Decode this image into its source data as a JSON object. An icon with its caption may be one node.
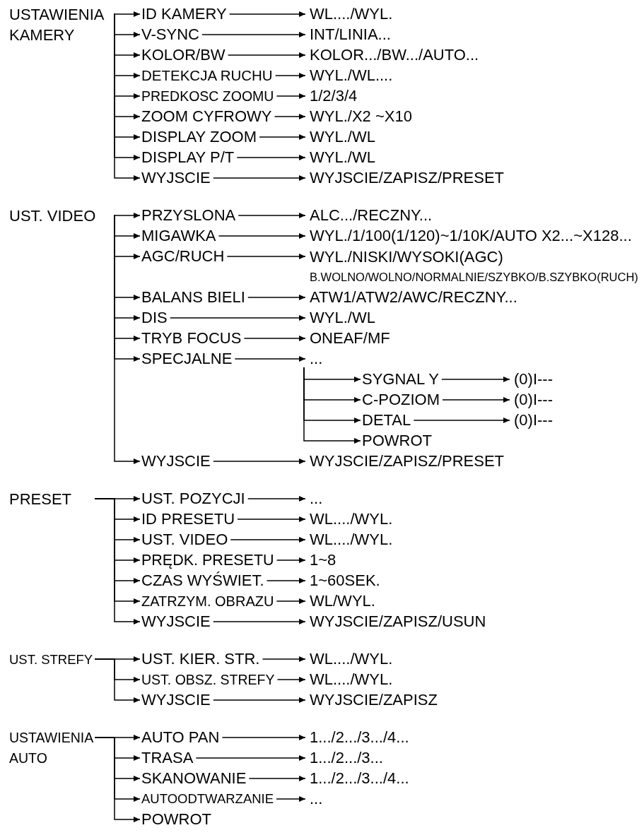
{
  "diagram": {
    "nodes": [
      {
        "text": [
          "USTAWIENIA KAMERY"
        ]
      },
      {
        "text": [
          "ID KAMERY"
        ]
      },
      {
        "text": [
          "WL..../WYL."
        ]
      },
      {
        "text": [
          "V-SYNC"
        ]
      },
      {
        "text": [
          "INT/LINIA..."
        ]
      },
      {
        "text": [
          "KOLOR/BW"
        ]
      },
      {
        "text": [
          "KOLOR.../BW.../AUTO..."
        ]
      },
      {
        "text": [
          "DETEKCJA RUCHU"
        ]
      },
      {
        "text": [
          "WYL./WL...."
        ]
      },
      {
        "text": [
          "PREDKOSC ZOOMU"
        ]
      },
      {
        "text": [
          "1/2/3/4"
        ]
      },
      {
        "text": [
          "ZOOM CYFROWY"
        ]
      },
      {
        "text": [
          "WYL./X2 ~X10"
        ]
      },
      {
        "text": [
          "DISPLAY ZOOM"
        ]
      },
      {
        "text": [
          "WYL./WL"
        ]
      },
      {
        "text": [
          "DISPLAY P/T"
        ]
      },
      {
        "text": [
          "WYL./WL"
        ]
      },
      {
        "text": [
          "WYJSCIE"
        ]
      },
      {
        "text": [
          "WYJSCIE/ZAPISZ/PRESET"
        ]
      },
      {
        "text": [
          "UST. VIDEO"
        ]
      },
      {
        "text": [
          "PRZYSLONA"
        ]
      },
      {
        "text": [
          "ALC.../RECZNY..."
        ]
      },
      {
        "text": [
          "MIGAWKA"
        ]
      },
      {
        "text": [
          "WYL./1/100(1/120)~1/10K/AUTO X2...~X128..."
        ]
      },
      {
        "text": [
          "AGC/RUCH"
        ]
      },
      {
        "text": [
          "WYL./NISKI/WYSOKI(AGC)",
          "B.WOLNO/WOLNO/NORMALNIE/SZYBKO/B.SZYBKO(RUCH)"
        ]
      },
      {
        "text": [
          "BALANS BIELI"
        ]
      },
      {
        "text": [
          "ATW1/ATW2/AWC/RECZNY..."
        ]
      },
      {
        "text": [
          "DIS"
        ]
      },
      {
        "text": [
          "WYL./WL"
        ]
      },
      {
        "text": [
          "TRYB FOCUS"
        ]
      },
      {
        "text": [
          "ONEAF/MF"
        ]
      },
      {
        "text": [
          "SPECJALNE"
        ]
      },
      {
        "text": [
          "..."
        ]
      },
      {
        "text": [
          "SYGNAL Y"
        ]
      },
      {
        "text": [
          "(0)I---"
        ]
      },
      {
        "text": [
          "C-POZIOM"
        ]
      },
      {
        "text": [
          "(0)I---"
        ]
      },
      {
        "text": [
          "DETAL"
        ]
      },
      {
        "text": [
          "(0)I---"
        ]
      },
      {
        "text": [
          "POWROT"
        ]
      },
      {
        "text": [
          "WYJSCIE"
        ]
      },
      {
        "text": [
          "WYJSCIE/ZAPISZ/PRESET"
        ]
      },
      {
        "text": [
          "PRESET"
        ]
      },
      {
        "text": [
          "UST. POZYCJI"
        ]
      },
      {
        "text": [
          "..."
        ]
      },
      {
        "text": [
          "ID PRESETU"
        ]
      },
      {
        "text": [
          "WL..../WYL."
        ]
      },
      {
        "text": [
          "UST. VIDEO"
        ]
      },
      {
        "text": [
          "WL..../WYL."
        ]
      },
      {
        "text": [
          "PRĘDK. PRESETU"
        ]
      },
      {
        "text": [
          "1~8"
        ]
      },
      {
        "text": [
          "CZAS WYŚWIET."
        ]
      },
      {
        "text": [
          "1~60SEK."
        ]
      },
      {
        "text": [
          "ZATRZYM. OBRAZU"
        ]
      },
      {
        "text": [
          "WL/WYL."
        ]
      },
      {
        "text": [
          "WYJSCIE"
        ]
      },
      {
        "text": [
          "WYJSCIE/ZAPISZ/USUN"
        ]
      },
      {
        "text": [
          "UST. STREFY"
        ]
      },
      {
        "text": [
          "UST. KIER. STR."
        ]
      },
      {
        "text": [
          "WL..../WYL."
        ]
      },
      {
        "text": [
          "UST. OBSZ. STREFY"
        ]
      },
      {
        "text": [
          "WL..../WYL."
        ]
      },
      {
        "text": [
          "WYJSCIE"
        ]
      },
      {
        "text": [
          "WYJSCIE/ZAPISZ"
        ]
      },
      {
        "text": [
          "USTAWIENIA AUTO"
        ]
      },
      {
        "text": [
          "AUTO PAN"
        ]
      },
      {
        "text": [
          "1.../2.../3.../4..."
        ]
      },
      {
        "text": [
          "TRASA"
        ]
      },
      {
        "text": [
          "1.../2.../3..."
        ]
      },
      {
        "text": [
          "SKANOWANIE"
        ]
      },
      {
        "text": [
          "1.../2.../3.../4..."
        ]
      },
      {
        "text": [
          "AUTOODTWARZANIE"
        ]
      },
      {
        "text": [
          "..."
        ]
      },
      {
        "text": [
          "POWROT"
        ]
      }
    ],
    "edges": [
      {
        "from": 0,
        "to": 1,
        "arrow": "to"
      },
      {
        "from": 1,
        "to": 2,
        "arrow": "to"
      },
      {
        "from": 0,
        "to": 3,
        "arrow": "to"
      },
      {
        "from": 3,
        "to": 4,
        "arrow": "to"
      },
      {
        "from": 0,
        "to": 5,
        "arrow": "to"
      },
      {
        "from": 5,
        "to": 6,
        "arrow": "to"
      },
      {
        "from": 0,
        "to": 7,
        "arrow": "to"
      },
      {
        "from": 7,
        "to": 8,
        "arrow": "to"
      },
      {
        "from": 0,
        "to": 9,
        "arrow": "to"
      },
      {
        "from": 9,
        "to": 10,
        "arrow": "to"
      },
      {
        "from": 0,
        "to": 11,
        "arrow": "to"
      },
      {
        "from": 11,
        "to": 12,
        "arrow": "to"
      },
      {
        "from": 0,
        "to": 13,
        "arrow": "to"
      },
      {
        "from": 13,
        "to": 14,
        "arrow": "to"
      },
      {
        "from": 0,
        "to": 15,
        "arrow": "to"
      },
      {
        "from": 15,
        "to": 16,
        "arrow": "to"
      },
      {
        "from": 0,
        "to": 17,
        "arrow": "to"
      },
      {
        "from": 17,
        "to": 18,
        "arrow": "to"
      },
      {
        "from": 19,
        "to": 20,
        "arrow": "to"
      },
      {
        "from": 20,
        "to": 21,
        "arrow": "to"
      },
      {
        "from": 19,
        "to": 22,
        "arrow": "to"
      },
      {
        "from": 22,
        "to": 23,
        "arrow": "to"
      },
      {
        "from": 19,
        "to": 24,
        "arrow": "to"
      },
      {
        "from": 24,
        "to": 25,
        "arrow": "to"
      },
      {
        "from": 19,
        "to": 26,
        "arrow": "to"
      },
      {
        "from": 26,
        "to": 27,
        "arrow": "to"
      },
      {
        "from": 19,
        "to": 28,
        "arrow": "to"
      },
      {
        "from": 28,
        "to": 29,
        "arrow": "to"
      },
      {
        "from": 19,
        "to": 30,
        "arrow": "to"
      },
      {
        "from": 30,
        "to": 31,
        "arrow": "to"
      },
      {
        "from": 19,
        "to": 32,
        "arrow": "to"
      },
      {
        "from": 32,
        "to": 33,
        "arrow": "to"
      },
      {
        "from": 33,
        "to": 34,
        "arrow": "to"
      },
      {
        "from": 34,
        "to": 35,
        "arrow": "to"
      },
      {
        "from": 33,
        "to": 36,
        "arrow": "to"
      },
      {
        "from": 36,
        "to": 37,
        "arrow": "to"
      },
      {
        "from": 33,
        "to": 38,
        "arrow": "to"
      },
      {
        "from": 38,
        "to": 39,
        "arrow": "to"
      },
      {
        "from": 33,
        "to": 40,
        "arrow": "to"
      },
      {
        "from": 19,
        "to": 41,
        "arrow": "to"
      },
      {
        "from": 41,
        "to": 42,
        "arrow": "to"
      },
      {
        "from": 43,
        "to": 44,
        "arrow": "to"
      },
      {
        "from": 44,
        "to": 45,
        "arrow": "to"
      },
      {
        "from": 43,
        "to": 46,
        "arrow": "to"
      },
      {
        "from": 46,
        "to": 47,
        "arrow": "to"
      },
      {
        "from": 43,
        "to": 48,
        "arrow": "to"
      },
      {
        "from": 48,
        "to": 49,
        "arrow": "to"
      },
      {
        "from": 43,
        "to": 50,
        "arrow": "to"
      },
      {
        "from": 50,
        "to": 51,
        "arrow": "to"
      },
      {
        "from": 43,
        "to": 52,
        "arrow": "to"
      },
      {
        "from": 52,
        "to": 53,
        "arrow": "to"
      },
      {
        "from": 43,
        "to": 54,
        "arrow": "to"
      },
      {
        "from": 54,
        "to": 55,
        "arrow": "to"
      },
      {
        "from": 43,
        "to": 56,
        "arrow": "to"
      },
      {
        "from": 56,
        "to": 57,
        "arrow": "to"
      },
      {
        "from": 58,
        "to": 59,
        "arrow": "to"
      },
      {
        "from": 59,
        "to": 60,
        "arrow": "to"
      },
      {
        "from": 58,
        "to": 61,
        "arrow": "to"
      },
      {
        "from": 61,
        "to": 62,
        "arrow": "to"
      },
      {
        "from": 58,
        "to": 63,
        "arrow": "to"
      },
      {
        "from": 63,
        "to": 64,
        "arrow": "to"
      },
      {
        "from": 65,
        "to": 66,
        "arrow": "to"
      },
      {
        "from": 66,
        "to": 67,
        "arrow": "to"
      },
      {
        "from": 65,
        "to": 68,
        "arrow": "to"
      },
      {
        "from": 68,
        "to": 69,
        "arrow": "to"
      },
      {
        "from": 65,
        "to": 70,
        "arrow": "to"
      },
      {
        "from": 70,
        "to": 71,
        "arrow": "to"
      },
      {
        "from": 65,
        "to": 72,
        "arrow": "to"
      },
      {
        "from": 72,
        "to": 73,
        "arrow": "to"
      },
      {
        "from": 65,
        "to": 74,
        "arrow": "to"
      }
    ]
  }
}
